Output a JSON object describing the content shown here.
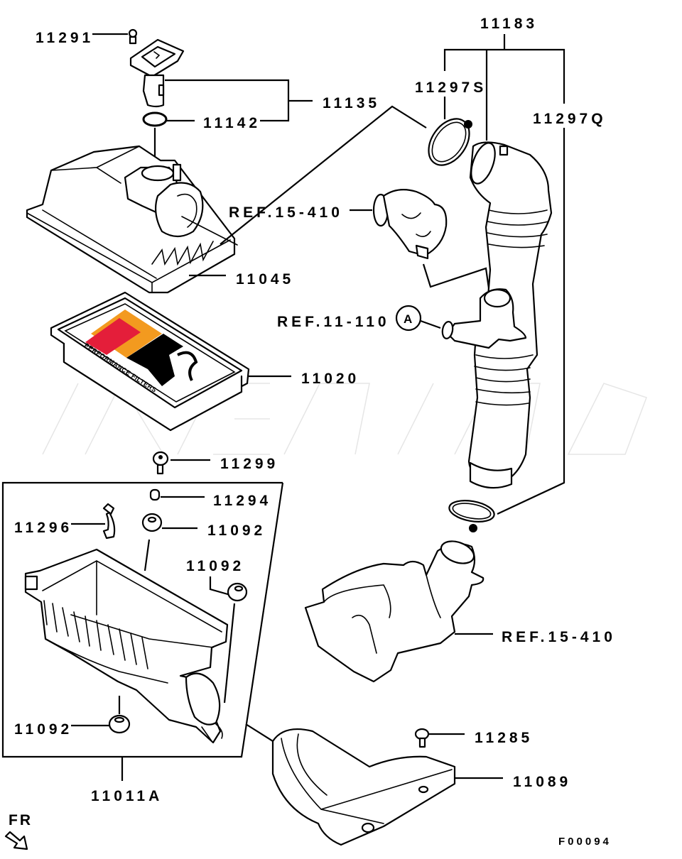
{
  "diagram": {
    "title": "Air cleaner / intake parts diagram",
    "figure_code": "F00094",
    "direction_marker": "FR",
    "brand_colors": {
      "orange": "#f39a1f",
      "red": "#e41e3a",
      "black": "#000000"
    },
    "filter_logo_text": "PERFORMANCE FILTERS",
    "callout_letter": "A",
    "labels": {
      "p11291": "11291",
      "p11142": "11142",
      "p11135": "11135",
      "p11183": "11183",
      "p11297S": "11297S",
      "p11297Q": "11297Q",
      "ref_15_410_top": "REF.15-410",
      "p11045": "11045",
      "ref_11_110": "REF.11-110",
      "p11020": "11020",
      "p11299": "11299",
      "p11294": "11294",
      "p11296": "11296",
      "p11092_a": "11092",
      "p11092_b": "11092",
      "p11092_c": "11092",
      "p11011A": "11011A",
      "ref_15_410_bottom": "REF.15-410",
      "p11285": "11285",
      "p11089": "11089"
    }
  }
}
